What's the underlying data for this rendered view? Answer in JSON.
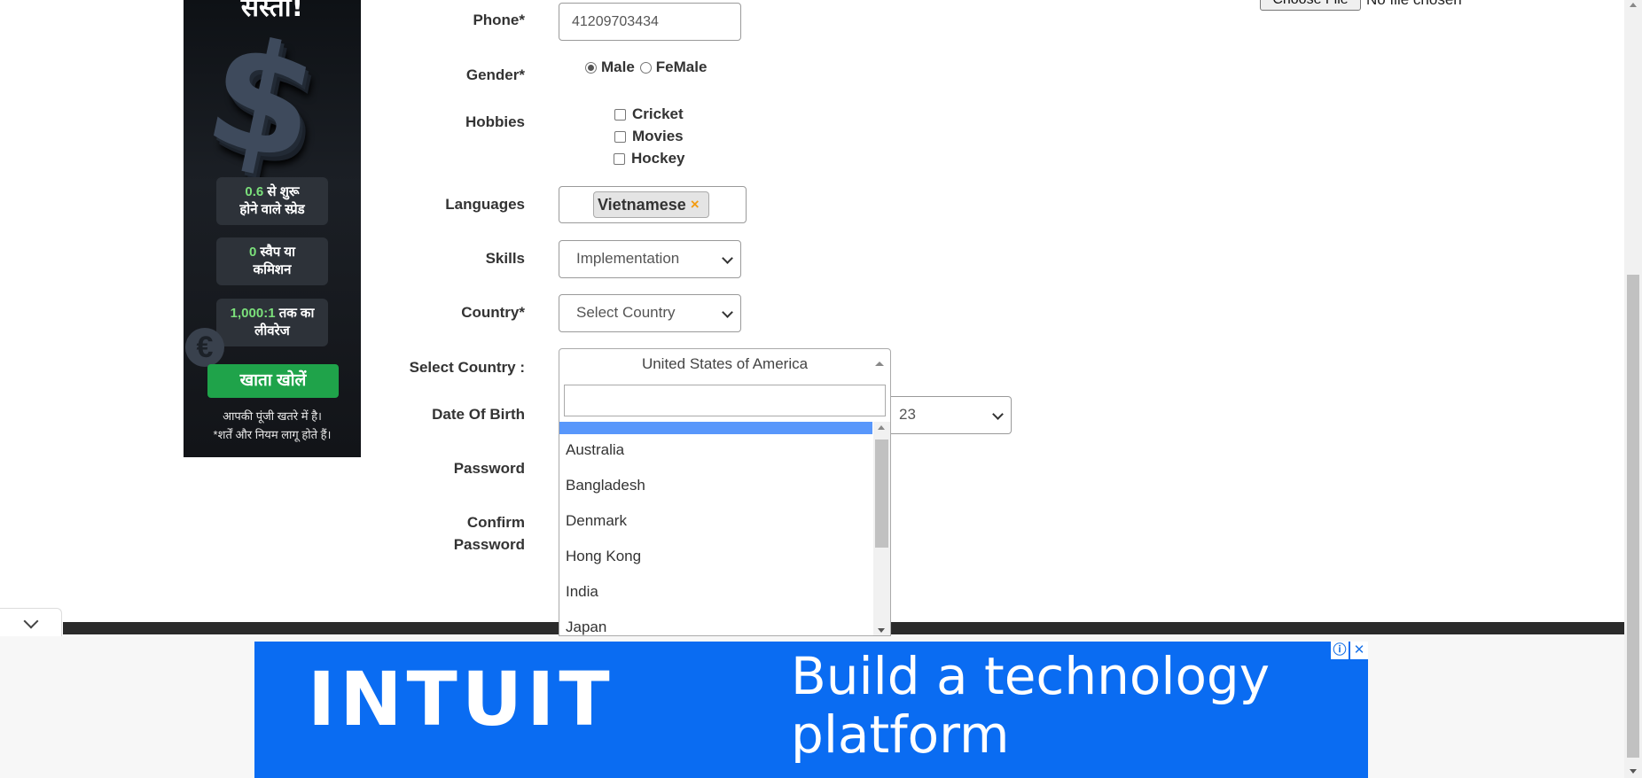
{
  "left_ad": {
    "title": "सस्ता!",
    "pill1_hl": "0.6",
    "pill1_rest": " से शुरू",
    "pill1_line2": "होने वाले स्प्रेड",
    "pill2_hl": "0",
    "pill2_rest": " स्वैप या",
    "pill2_line2": "कमिशन",
    "pill3_hl": "1,000:1",
    "pill3_rest": " तक का",
    "pill3_line2": "लीवरेज",
    "cta": "खाता खोलें",
    "disclaimer1": "आपकी पूंजी खतरे में है।",
    "disclaimer2": "*शर्तें और नियम लागू होते हैं।"
  },
  "file_upload": {
    "button": "Choose File",
    "status": "No file chosen"
  },
  "form": {
    "phone": {
      "label": "Phone*",
      "value": "41209703434"
    },
    "gender": {
      "label": "Gender*",
      "options": [
        "Male",
        "FeMale"
      ],
      "selected": "Male"
    },
    "hobbies": {
      "label": "Hobbies",
      "options": [
        "Cricket",
        "Movies",
        "Hockey"
      ]
    },
    "languages": {
      "label": "Languages",
      "tag": "Vietnamese",
      "remove": "×"
    },
    "skills": {
      "label": "Skills",
      "value": "Implementation"
    },
    "country": {
      "label": "Country*",
      "value": "Select Country"
    },
    "select_country": {
      "label": "Select Country :",
      "value": "United States of America",
      "search_value": "",
      "options": [
        "Australia",
        "Bangladesh",
        "Denmark",
        "Hong Kong",
        "India",
        "Japan"
      ]
    },
    "dob": {
      "label": "Date Of Birth",
      "day": "23"
    },
    "password": {
      "label": "Password"
    },
    "confirm_password": {
      "label_line1": "Confirm",
      "label_line2": "Password"
    }
  },
  "bottom_ad": {
    "logo": "INTUIT",
    "tagline": "Build a technology platform",
    "info": "ⓘ",
    "close": "✕"
  },
  "colors": {
    "highlight": "#5897fb",
    "ad_blue": "#0a6cf2",
    "cta_green": "#1fa34a"
  }
}
